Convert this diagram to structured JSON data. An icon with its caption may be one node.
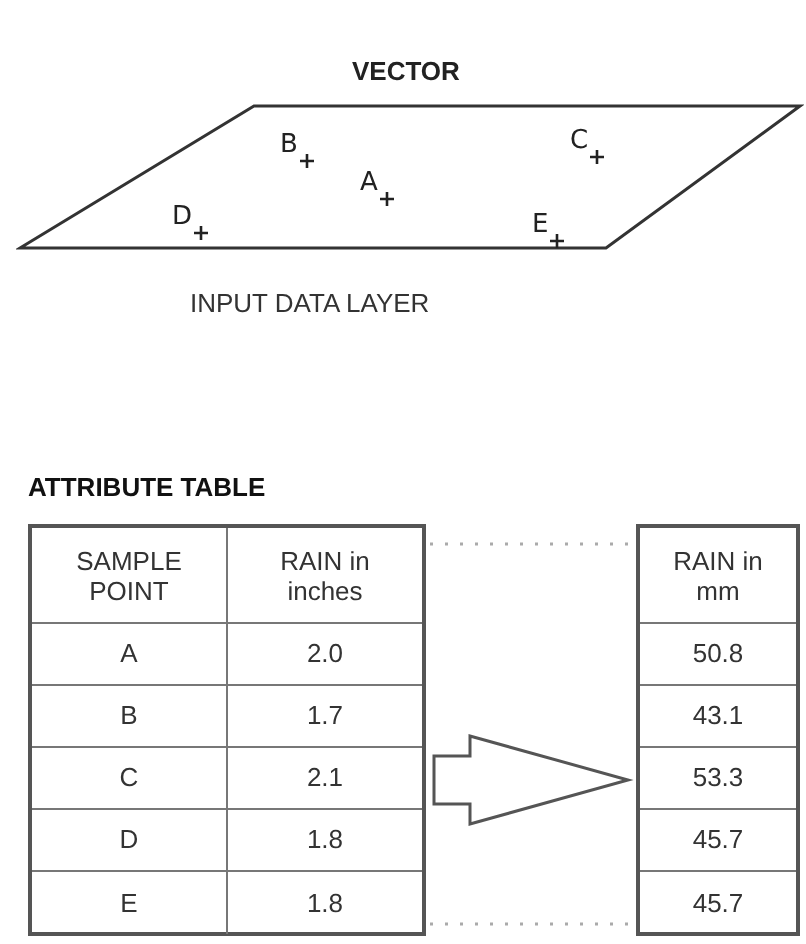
{
  "diagram": {
    "title": "VECTOR",
    "nodes": [
      {
        "text": [],
        "shape": "parallelogram",
        "beside": [
          "INPUT DATA LAYER"
        ]
      },
      {
        "text": [
          "ATTRIBUTE TABLE",
          "SAMPLE POINT",
          "RAIN in inches",
          "A",
          "2.0",
          "B",
          "1.7",
          "C",
          "2.1",
          "D",
          "1.8",
          "E",
          "1.8"
        ]
      },
      {
        "text": [
          "RAIN in mm",
          "50.8",
          "43.1",
          "53.3",
          "45.7",
          "45.7"
        ]
      }
    ],
    "edges": [
      {
        "from": 1,
        "to": 2,
        "arrow": "to",
        "style": "thick"
      },
      {
        "from": 1,
        "to": 2,
        "arrow": "none",
        "style": "dashed"
      },
      {
        "from": 1,
        "to": 2,
        "arrow": "none",
        "style": "dashed"
      }
    ],
    "labels": [
      "B",
      "C",
      "A",
      "D",
      "E"
    ]
  }
}
